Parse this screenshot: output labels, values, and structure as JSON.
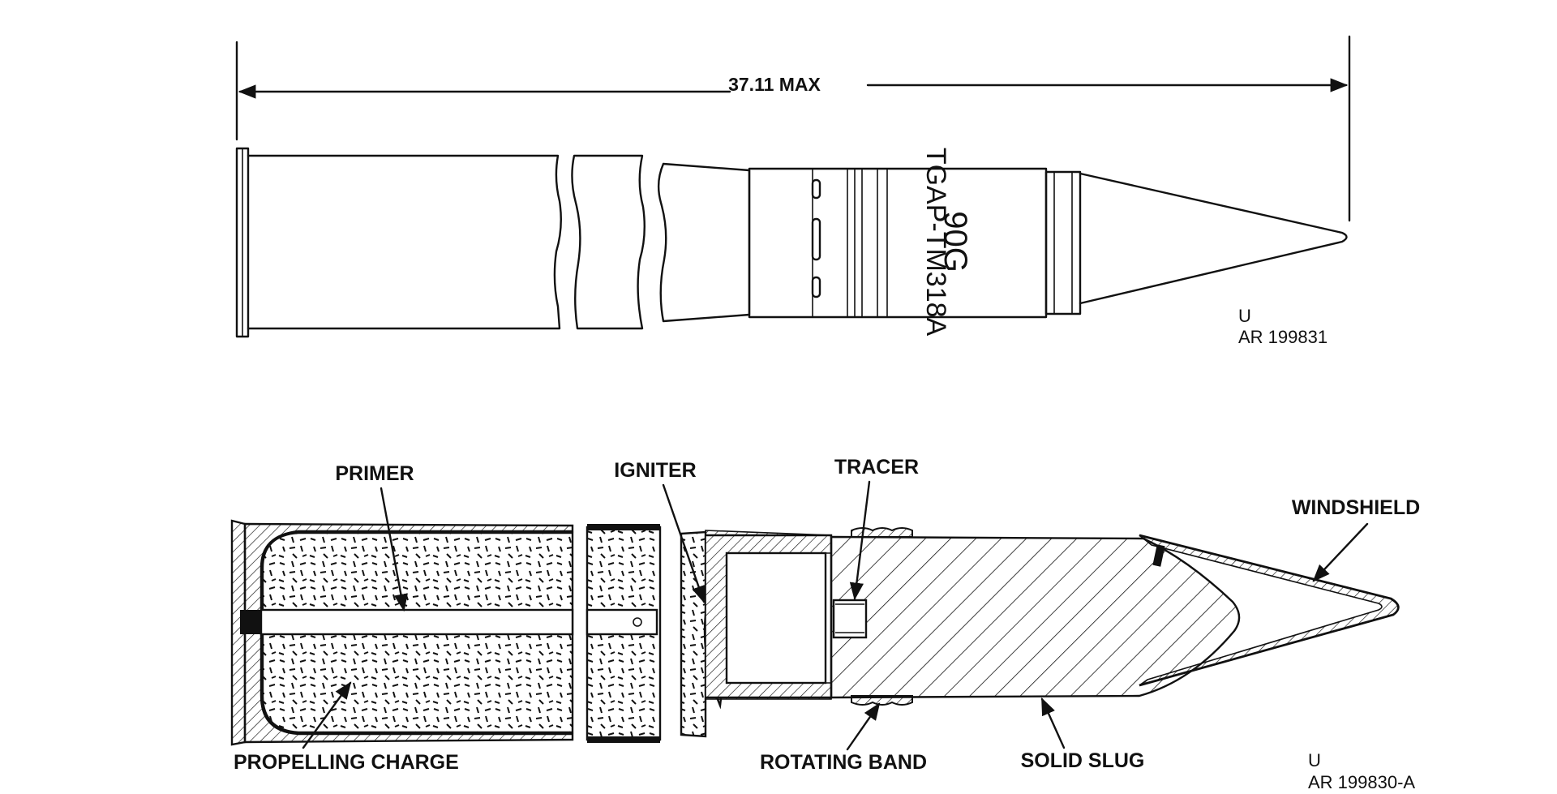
{
  "top_view": {
    "dimension_label": "37.11 MAX",
    "projectile_marking_line1": "90G",
    "projectile_marking_line2": "TGAP-TM318A",
    "security_code": "U",
    "figure_number": "AR 199831"
  },
  "bottom_view": {
    "labels": {
      "primer": "PRIMER",
      "igniter": "IGNITER",
      "tracer": "TRACER",
      "windshield": "WINDSHIELD",
      "propelling_charge": "PROPELLING CHARGE",
      "rotating_band": "ROTATING BAND",
      "solid_slug": "SOLID SLUG"
    },
    "security_code": "U",
    "figure_number": "AR 199830-A"
  },
  "colors": {
    "ink": "#111111",
    "paper": "#ffffff"
  }
}
